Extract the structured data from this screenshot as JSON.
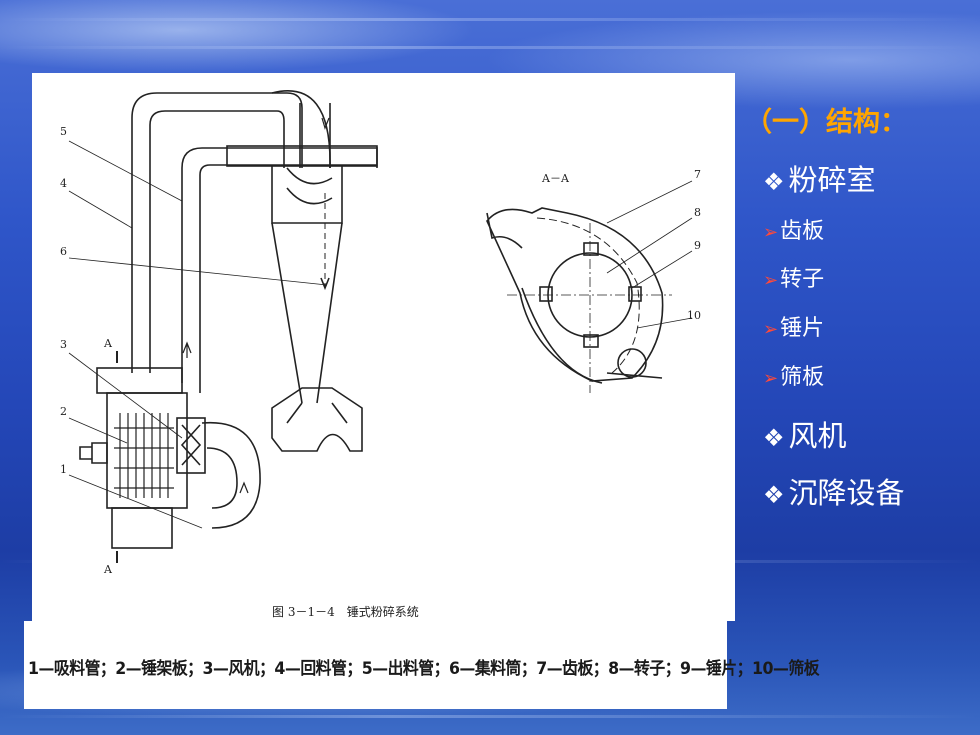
{
  "figure": {
    "caption": "图 3－1－4　锤式粉碎系统",
    "section_label": "A－A",
    "cut_marker": "A",
    "part_numbers": [
      "1",
      "2",
      "3",
      "4",
      "5",
      "6",
      "7",
      "8",
      "9",
      "10"
    ]
  },
  "legend": {
    "text": "1—吸料管；2—锤架板；3—风机；4—回料管；5—出料管；6—集料筒；7—齿板；8—转子；9—锤片；10—筛板"
  },
  "outline": {
    "title": "（一）结构：",
    "items": [
      {
        "label": "粉碎室",
        "level": 1
      },
      {
        "label": "齿板",
        "level": 2
      },
      {
        "label": "转子",
        "level": 2
      },
      {
        "label": "锤片",
        "level": 2
      },
      {
        "label": "筛板",
        "level": 2
      },
      {
        "label": "风机",
        "level": 1
      },
      {
        "label": "沉降设备",
        "level": 1
      }
    ]
  },
  "colors": {
    "title": "#ffa500",
    "sub_bullet": "#ff4a3a",
    "text": "#ffffff",
    "panel": "#ffffff"
  },
  "icons": {
    "level1_bullet": "diamond-cluster-icon",
    "level2_bullet": "arrow-right-icon"
  }
}
